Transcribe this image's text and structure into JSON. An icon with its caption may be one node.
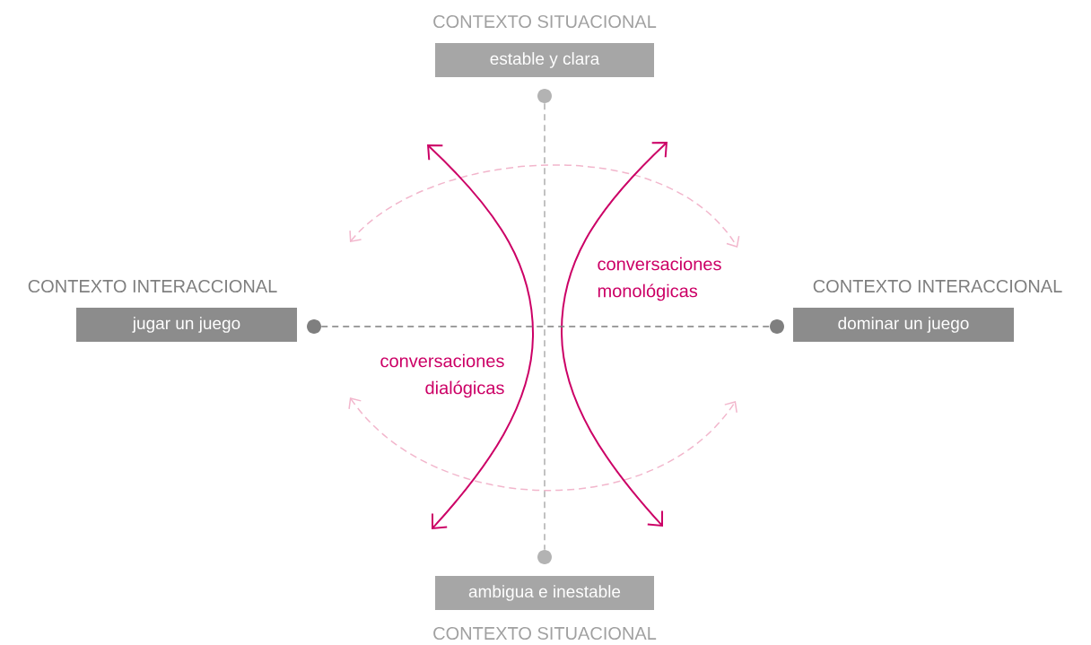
{
  "diagram": {
    "nodes": [
      {
        "text": [
          "CONTEXTO SITUACIONAL",
          "estable y clara"
        ]
      },
      {
        "text": [],
        "shape": "circle"
      },
      {
        "text": [
          "CONTEXTO INTERACCIONAL",
          "jugar un juego"
        ]
      },
      {
        "text": [],
        "shape": "circle"
      },
      {
        "text": [],
        "shape": "circle"
      },
      {
        "text": [
          "CONTEXTO INTERACCIONAL",
          "dominar un juego"
        ]
      },
      {
        "text": [],
        "shape": "circle"
      },
      {
        "text": [
          "ambigua e inestable",
          "CONTEXTO SITUACIONAL"
        ]
      }
    ],
    "edges": [
      {
        "from": 1,
        "to": 6,
        "arrow": "none",
        "style": "dashed",
        "color": "#b3b3b3"
      },
      {
        "from": 3,
        "to": 4,
        "arrow": "none",
        "style": "dashed",
        "color": "#7f7f7f"
      }
    ],
    "labels": [
      "conversaciones monológicas",
      "conversaciones dialógicas"
    ]
  }
}
